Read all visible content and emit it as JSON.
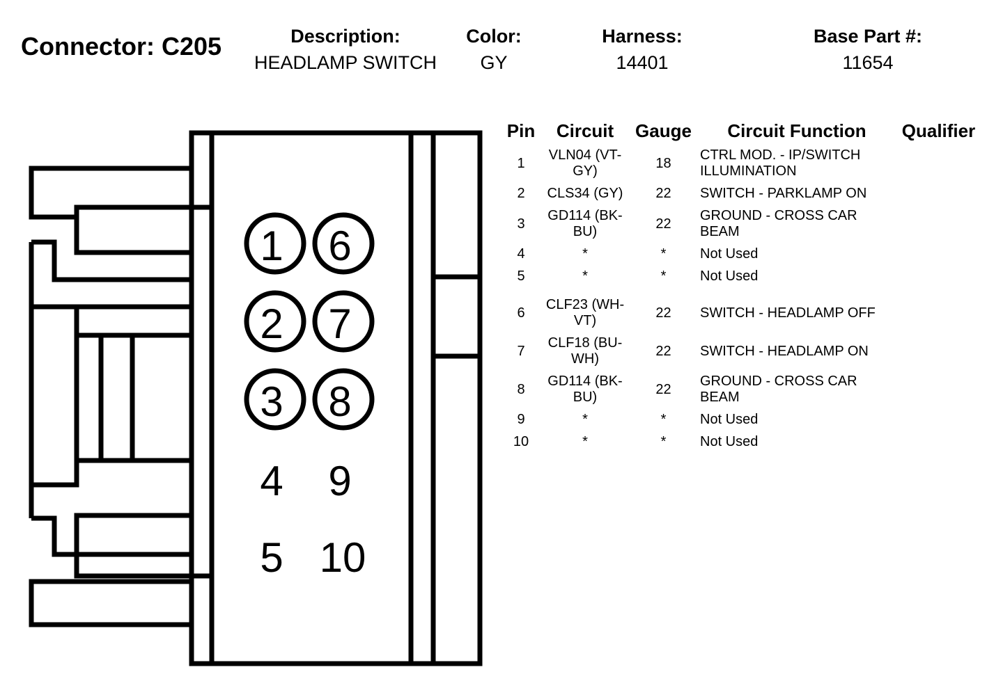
{
  "header": {
    "connector_label": "Connector: C205",
    "description_label": "Description:",
    "description_value": "HEADLAMP SWITCH",
    "color_label": "Color:",
    "color_value": "GY",
    "harness_label": "Harness:",
    "harness_value": "14401",
    "base_part_label": "Base Part #:",
    "base_part_value": "11654"
  },
  "connector_pins": {
    "circled": [
      "1",
      "6",
      "2",
      "7",
      "3",
      "8"
    ],
    "plain": [
      "4",
      "9",
      "5",
      "10"
    ]
  },
  "table": {
    "headers": {
      "pin": "Pin",
      "circuit": "Circuit",
      "gauge": "Gauge",
      "function": "Circuit Function",
      "qualifier": "Qualifier"
    },
    "rows": [
      {
        "pin": "1",
        "circuit": "VLN04 (VT-\nGY)",
        "gauge": "18",
        "function": "CTRL MOD. - IP/SWITCH\nILLUMINATION"
      },
      {
        "pin": "2",
        "circuit": "CLS34 (GY)",
        "gauge": "22",
        "function": "SWITCH - PARKLAMP ON"
      },
      {
        "pin": "3",
        "circuit": "GD114 (BK-\nBU)",
        "gauge": "22",
        "function": "GROUND - CROSS CAR\nBEAM"
      },
      {
        "pin": "4",
        "circuit": "*",
        "gauge": "*",
        "function": "Not Used"
      },
      {
        "pin": "5",
        "circuit": "*",
        "gauge": "*",
        "function": "Not Used"
      },
      {
        "pin": "6",
        "circuit": "CLF23 (WH-\nVT)",
        "gauge": "22",
        "function": "SWITCH - HEADLAMP OFF"
      },
      {
        "pin": "7",
        "circuit": "CLF18 (BU-\nWH)",
        "gauge": "22",
        "function": "SWITCH - HEADLAMP ON"
      },
      {
        "pin": "8",
        "circuit": "GD114 (BK-\nBU)",
        "gauge": "22",
        "function": "GROUND - CROSS CAR\nBEAM"
      },
      {
        "pin": "9",
        "circuit": "*",
        "gauge": "*",
        "function": "Not Used"
      },
      {
        "pin": "10",
        "circuit": "*",
        "gauge": "*",
        "function": "Not Used"
      }
    ]
  }
}
